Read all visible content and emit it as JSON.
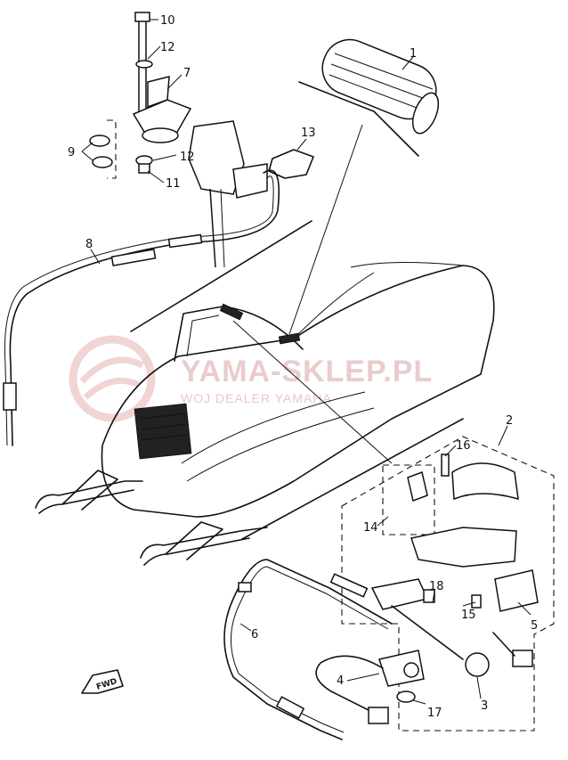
{
  "watermark": {
    "title": "YAMA-SKLEP.PL",
    "subtitle": "WOJ            DEALER YAMAHA"
  },
  "fwd_marker": "FWD",
  "callouts": [
    {
      "id": "c1",
      "label": "1"
    },
    {
      "id": "c2",
      "label": "2"
    },
    {
      "id": "c3",
      "label": "3"
    },
    {
      "id": "c4",
      "label": "4"
    },
    {
      "id": "c5",
      "label": "5"
    },
    {
      "id": "c6",
      "label": "6"
    },
    {
      "id": "c7",
      "label": "7"
    },
    {
      "id": "c8",
      "label": "8"
    },
    {
      "id": "c9",
      "label": "9"
    },
    {
      "id": "c10",
      "label": "10"
    },
    {
      "id": "c11",
      "label": "11"
    },
    {
      "id": "c12a",
      "label": "12"
    },
    {
      "id": "c12b",
      "label": "12"
    },
    {
      "id": "c13",
      "label": "13"
    },
    {
      "id": "c14",
      "label": "14"
    },
    {
      "id": "c15",
      "label": "15"
    },
    {
      "id": "c16",
      "label": "16"
    },
    {
      "id": "c17",
      "label": "17"
    },
    {
      "id": "c18",
      "label": "18"
    }
  ],
  "colors": {
    "line": "#111111",
    "watermark": "#d9a3a3"
  }
}
